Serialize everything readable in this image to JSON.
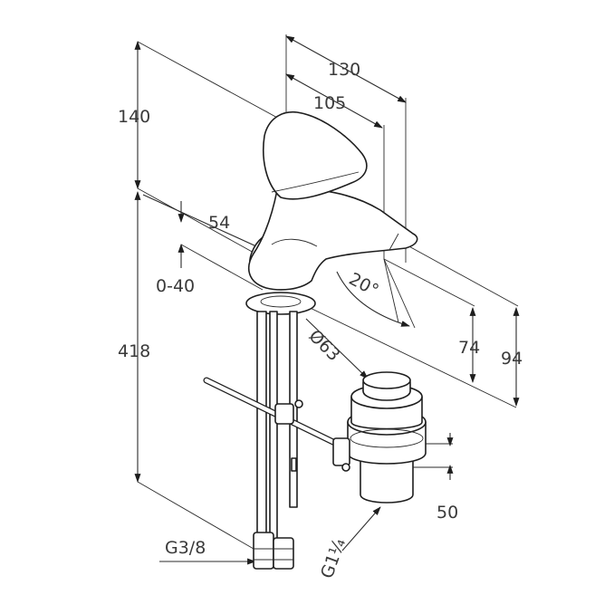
{
  "colors": {
    "line": "#2b2b2b",
    "text": "#3a3a3a",
    "background": "#ffffff"
  },
  "dimensions": {
    "d140": "140",
    "d130": "130",
    "d105": "105",
    "d54": "54",
    "d0_40": "0-40",
    "d20deg": "20°",
    "d418": "418",
    "d63": "Ø63",
    "d74": "74",
    "d94": "94",
    "d50": "50",
    "g38": "G3/8",
    "g114": "G1¼"
  }
}
